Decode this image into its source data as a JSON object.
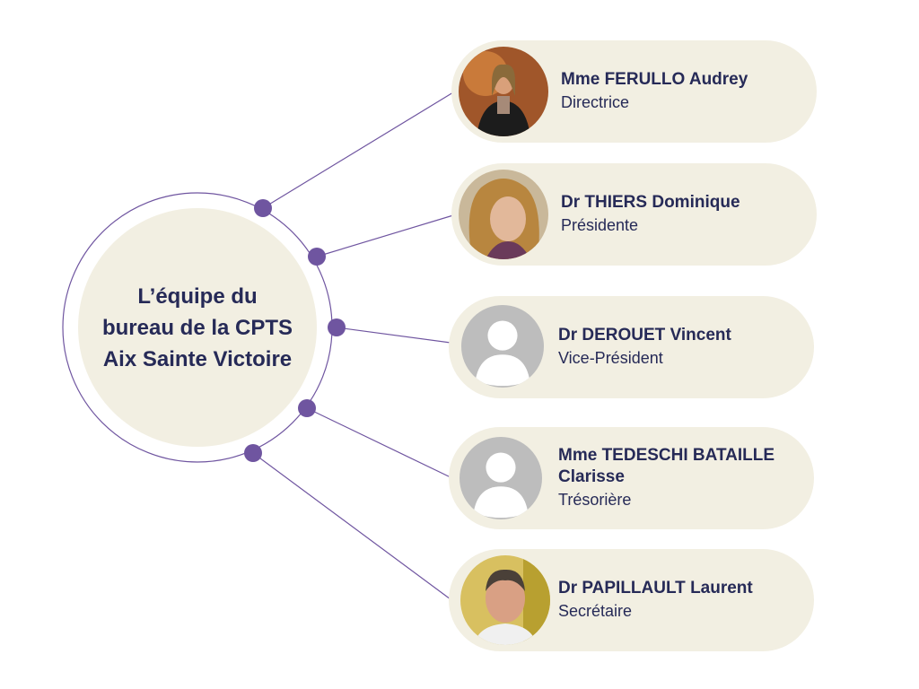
{
  "center_title": "L’équipe du bureau de la CPTS Aix Sainte Victoire",
  "colors": {
    "accent": "#6f55a0",
    "cream": "#f2efe2",
    "text": "#262a57"
  },
  "members": [
    {
      "name": "Mme FERULLO Audrey",
      "role": "Directrice",
      "avatar": "photo"
    },
    {
      "name": "Dr THIERS Dominique",
      "role": "Présidente",
      "avatar": "photo"
    },
    {
      "name": "Dr DEROUET Vincent",
      "role": "Vice-Président",
      "avatar": "placeholder-user-icon"
    },
    {
      "name": "Mme TEDESCHI BATAILLE Clarisse",
      "role": "Trésorière",
      "avatar": "placeholder-user-icon"
    },
    {
      "name": "Dr PAPILLAULT Laurent",
      "role": "Secrétaire",
      "avatar": "photo"
    }
  ]
}
